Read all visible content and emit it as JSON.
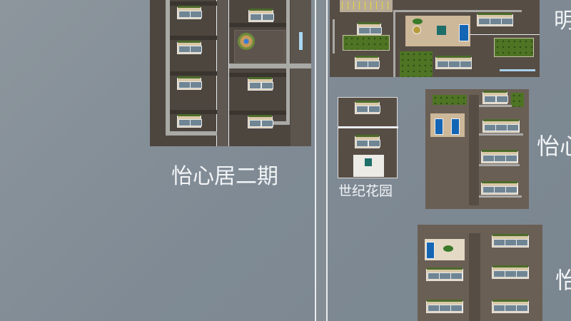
{
  "map": {
    "labels": {
      "yixinju_phase2": "怡心居二期",
      "century_garden": "世纪花园",
      "ming_partial": "明",
      "yixin_partial": "怡心",
      "yi_partial": "怡"
    },
    "colors": {
      "ground": "#7f8a94",
      "block": "#4d463f",
      "road_edge": "#e8ecef",
      "pool": "#1565b5",
      "lawn": "#4e7424"
    }
  }
}
